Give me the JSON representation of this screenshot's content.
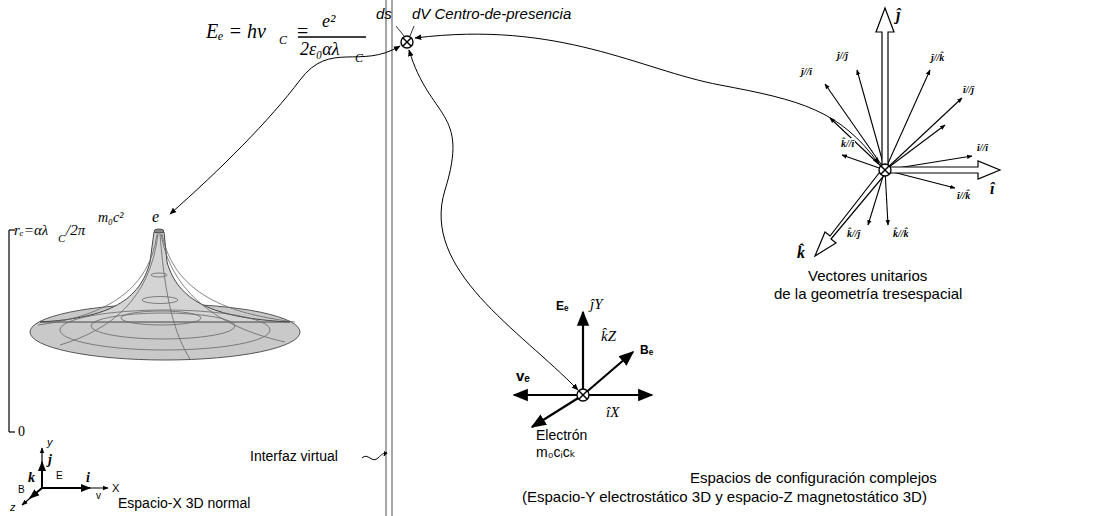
{
  "diagram": {
    "labels": [
      "Eₑ = hν",
      "C",
      "=",
      "e²",
      "2ε₀αλ",
      "C",
      "rₑ=αλ",
      "C",
      "/2π",
      "0",
      "m₀c²",
      "e",
      "y",
      "j⃗",
      "E",
      "k⃗",
      "B",
      "z",
      "i⃗",
      "v",
      "X",
      "Espacio-X 3D normal",
      "Interfaz virtual",
      "ds",
      "dV Centro-de-presencia",
      "Eₑ",
      "ĵY",
      "k̂Z",
      "Bₑ",
      "vₑ",
      "îX",
      "Electrón",
      "m₀cᵢcₖ",
      "ĵ",
      "ĵ//î",
      "ĵ//ĵ",
      "ĵ//k̂",
      "î//ĵ",
      "î//î",
      "î",
      "k̂//î",
      "î//k̂",
      "k̂",
      "k̂//ĵ",
      "k̂//k̂",
      "Vectores unitarios",
      "de la geometría tresespacial",
      "Espacios de configuración complejos",
      "(Espacio-Y electrostático 3D y espacio-Z magnetostático 3D)"
    ]
  }
}
